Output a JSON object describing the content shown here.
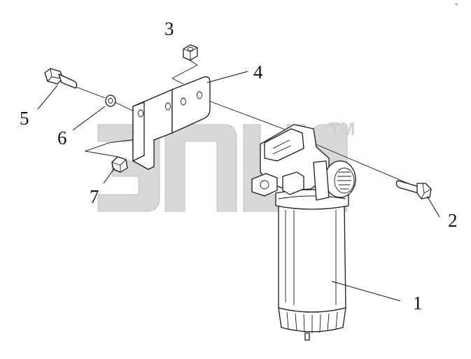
{
  "callouts": [
    "1",
    "2",
    "3",
    "4",
    "5",
    "6",
    "7"
  ],
  "watermark": {
    "trademark": "TM"
  },
  "corner_mark": "″",
  "colors": {
    "line": "#1a1a1a",
    "watermark": "#d6d6d6",
    "background": "#ffffff"
  }
}
